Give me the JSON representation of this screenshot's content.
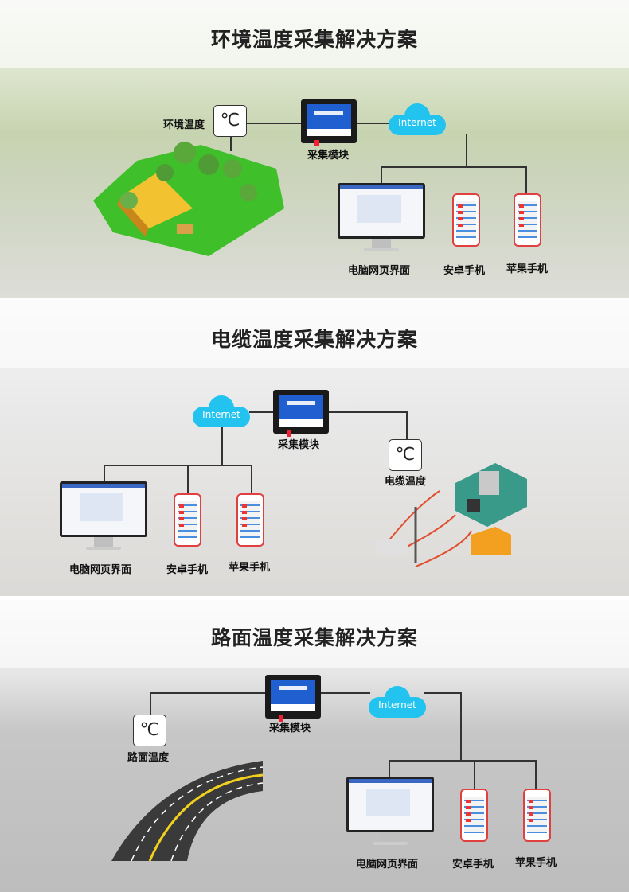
{
  "sections": [
    {
      "title": "环境温度采集解决方案",
      "sensor_label": "环境温度",
      "module_label": "采集模块",
      "cloud_label": "Internet",
      "pc_label": "电脑网页界面",
      "android_label": "安卓手机",
      "iphone_label": "苹果手机",
      "temp_symbol": "℃"
    },
    {
      "title": "电缆温度采集解决方案",
      "sensor_label": "电缆温度",
      "module_label": "采集模块",
      "cloud_label": "Internet",
      "pc_label": "电脑网页界面",
      "android_label": "安卓手机",
      "iphone_label": "苹果手机",
      "temp_symbol": "℃"
    },
    {
      "title": "路面温度采集解决方案",
      "sensor_label": "路面温度",
      "module_label": "采集模块",
      "cloud_label": "Internet",
      "pc_label": "电脑网页界面",
      "android_label": "安卓手机",
      "iphone_label": "苹果手机",
      "temp_symbol": "℃"
    }
  ],
  "colors": {
    "cloud": "#22c3ef",
    "module_screen": "#1f5fd0",
    "phone_border": "#e04040"
  }
}
